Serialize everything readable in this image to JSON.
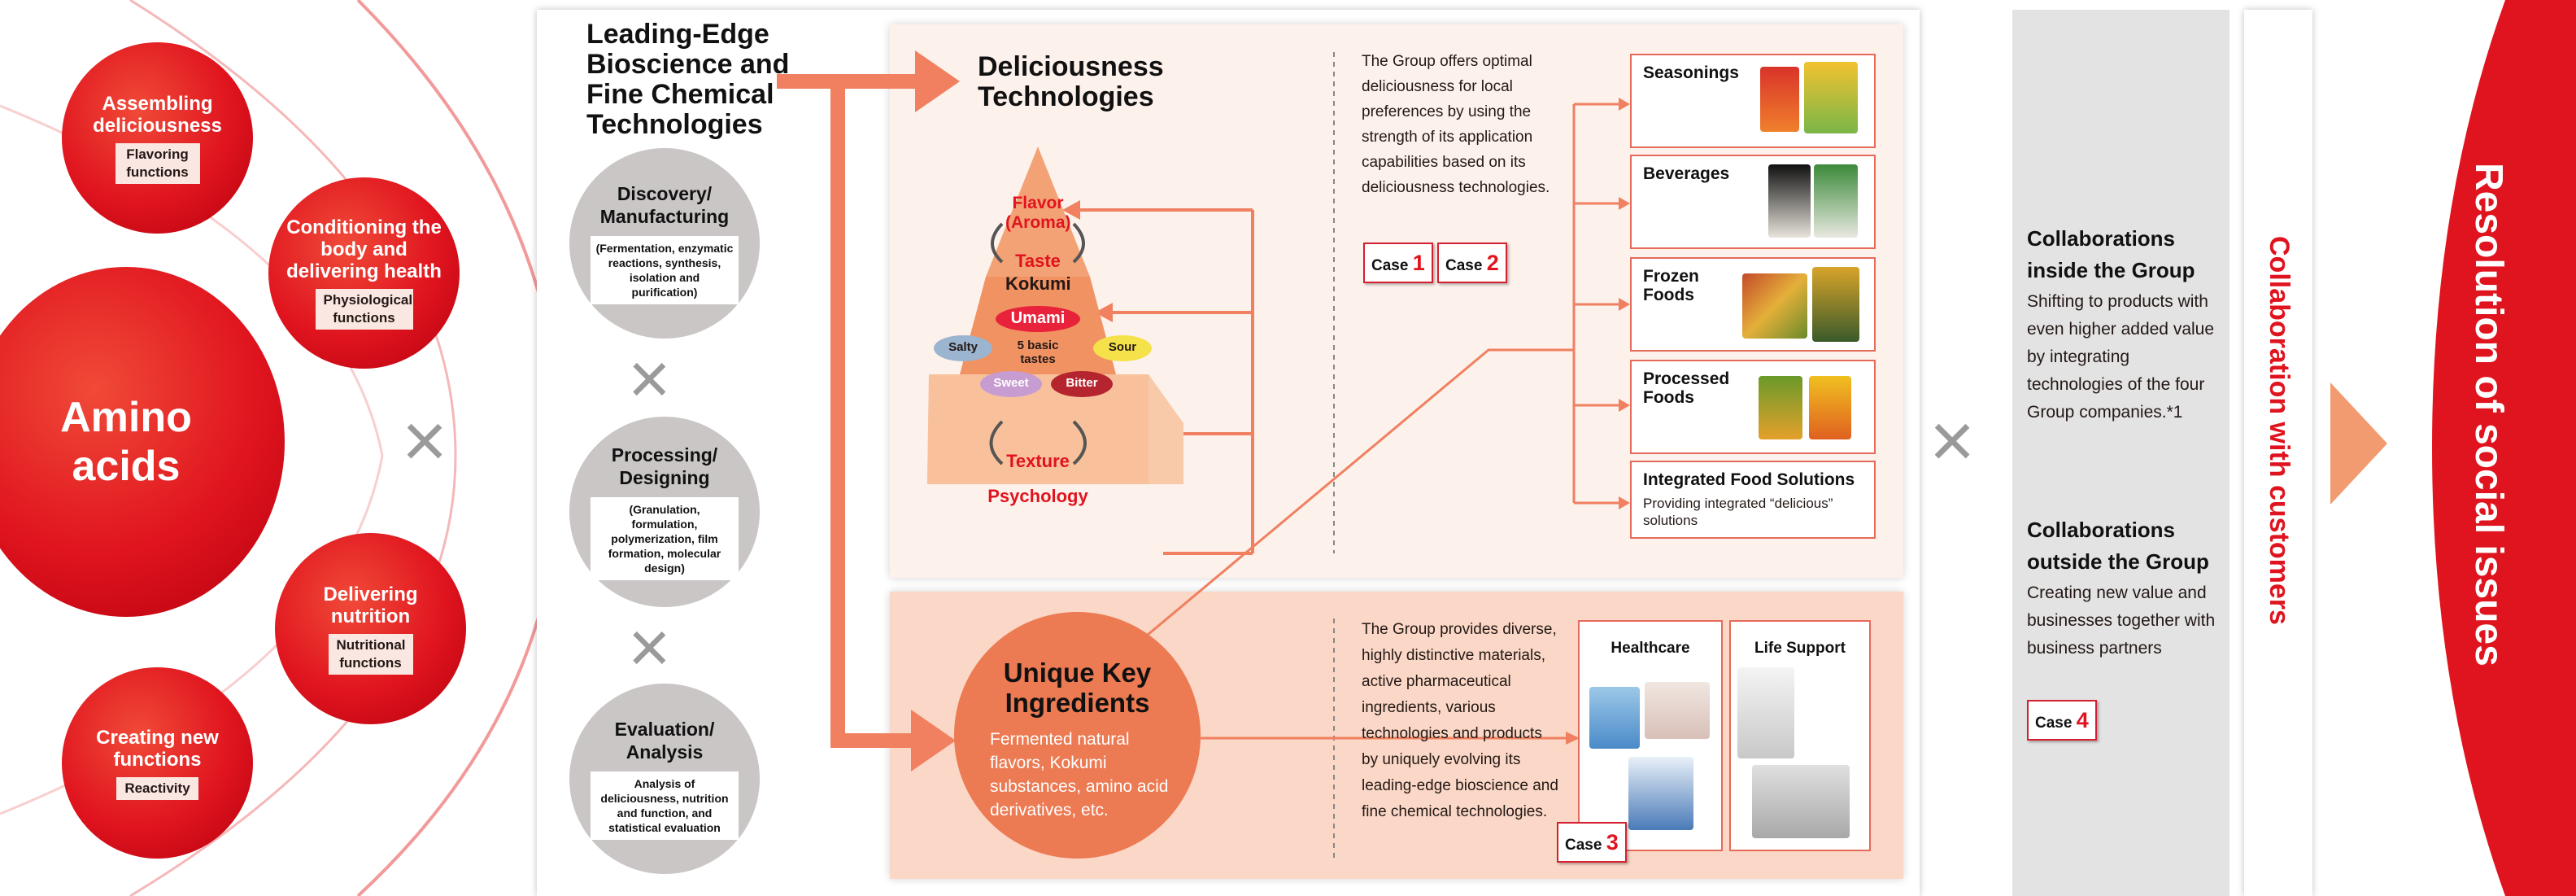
{
  "left": {
    "center": "Amino acids",
    "items": [
      {
        "title": "Assembling deliciousness",
        "label": "Flavoring functions"
      },
      {
        "title": "Conditioning the body and delivering health",
        "label": "Physiological functions"
      },
      {
        "title": "Delivering nutrition",
        "label": "Nutritional functions"
      },
      {
        "title": "Creating new functions",
        "label": "Reactivity"
      }
    ]
  },
  "tech": {
    "heading": "Leading-Edge Bioscience and Fine Chemical Technologies",
    "circles": [
      {
        "title": "Discovery/ Manufacturing",
        "desc": "(Fermentation, enzymatic reactions, synthesis, isolation and purification)"
      },
      {
        "title": "Processing/ Designing",
        "desc": "(Granulation, formulation, polymerization, film formation, molecular design)"
      },
      {
        "title": "Evaluation/ Analysis",
        "desc": "Analysis of deliciousness, nutrition and function, and statistical evaluation"
      }
    ]
  },
  "deliciousness": {
    "heading": "Deliciousness Technologies",
    "pyramid": {
      "flavor": "Flavor (Aroma)",
      "taste": "Taste",
      "kokumi": "Kokumi",
      "umami": "Umami",
      "basic": "5 basic tastes",
      "salty": "Salty",
      "sour": "Sour",
      "sweet": "Sweet",
      "bitter": "Bitter",
      "texture": "Texture",
      "psychology": "Psychology"
    },
    "text": "The Group offers optimal deliciousness for local preferences by using the strength of its application capabilities based on its deliciousness technologies.",
    "cases": [
      {
        "label": "Case",
        "num": "1"
      },
      {
        "label": "Case",
        "num": "2"
      }
    ],
    "products": [
      {
        "name": "Seasonings",
        "sub": ""
      },
      {
        "name": "Beverages",
        "sub": ""
      },
      {
        "name": "Frozen Foods",
        "sub": ""
      },
      {
        "name": "Processed Foods",
        "sub": ""
      },
      {
        "name": "Integrated Food Solutions",
        "sub": "Providing integrated “delicious” solutions"
      }
    ]
  },
  "ingredients": {
    "heading": "Unique Key Ingredients",
    "desc": "Fermented natural flavors, Kokumi substances, amino acid derivatives, etc.",
    "text": "The Group provides diverse, highly distinctive materials, active pharmaceutical ingredients, various technologies and products by uniquely evolving its leading-edge bioscience and fine chemical technologies.",
    "case": {
      "label": "Case",
      "num": "3"
    },
    "boxes": [
      "Healthcare",
      "Life Support"
    ]
  },
  "collab": {
    "inside_title": "Collaborations inside the Group",
    "inside_text": "Shifting to products with even higher added value by integrating technologies of the four Group companies.*1",
    "outside_title": "Collaborations outside the Group",
    "outside_text": "Creating new value and businesses together with business partners",
    "case": {
      "label": "Case",
      "num": "4"
    }
  },
  "customers": "Collaboration with customers",
  "social": "Resolution of social issues",
  "colors": {
    "red": "#e0141e",
    "orange": "#ec7a52",
    "arrow": "#f08060",
    "gray": "#c9c6c5"
  }
}
